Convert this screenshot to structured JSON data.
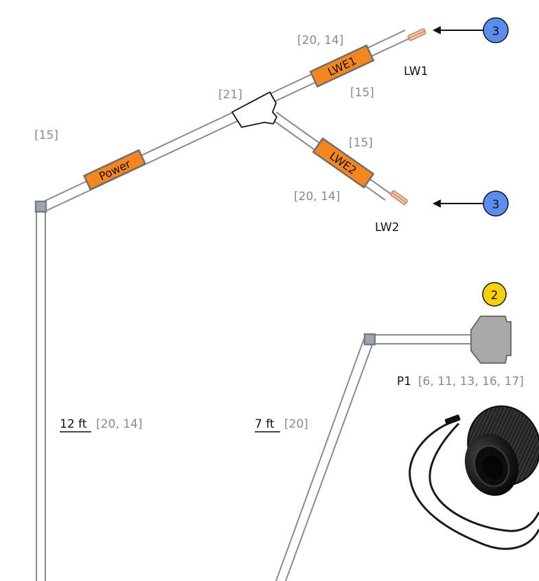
{
  "colors": {
    "wire_outline": "#8a8a8a",
    "sleeve": "#f5861f",
    "sleeve_border": "#6e6e6e",
    "badge_blue": "#5b8dee",
    "badge_yellow": "#f6d10a",
    "connector": "#a9a9a9",
    "copper": "#e0906a",
    "node": "#9a9a9a"
  },
  "labels": {
    "lw1_ref": "[20, 14]",
    "lw1_sleeve": "LWE1",
    "lw1_sleeve_ref": "[15]",
    "lw1_name": "LW1",
    "splice_ref": "[21]",
    "lw2_sleeve_ref": "[15]",
    "lw2_sleeve": "LWE2",
    "lw2_ref": "[20, 14]",
    "lw2_name": "LW2",
    "power_ref": "[15]",
    "power_sleeve": "Power",
    "p1_name": "P1",
    "p1_ref": "[6, 11, 13, 16, 17]",
    "left_length": "12 ft",
    "left_ref": "[20, 14]",
    "right_length": "7 ft",
    "right_ref": "[20]"
  },
  "badges": {
    "lw1_badge": "3",
    "lw2_badge": "3",
    "p1_badge": "2"
  },
  "icons": {
    "arrow_left": "arrow-left-icon",
    "connector": "connector-icon",
    "photo": "connector-photo"
  }
}
